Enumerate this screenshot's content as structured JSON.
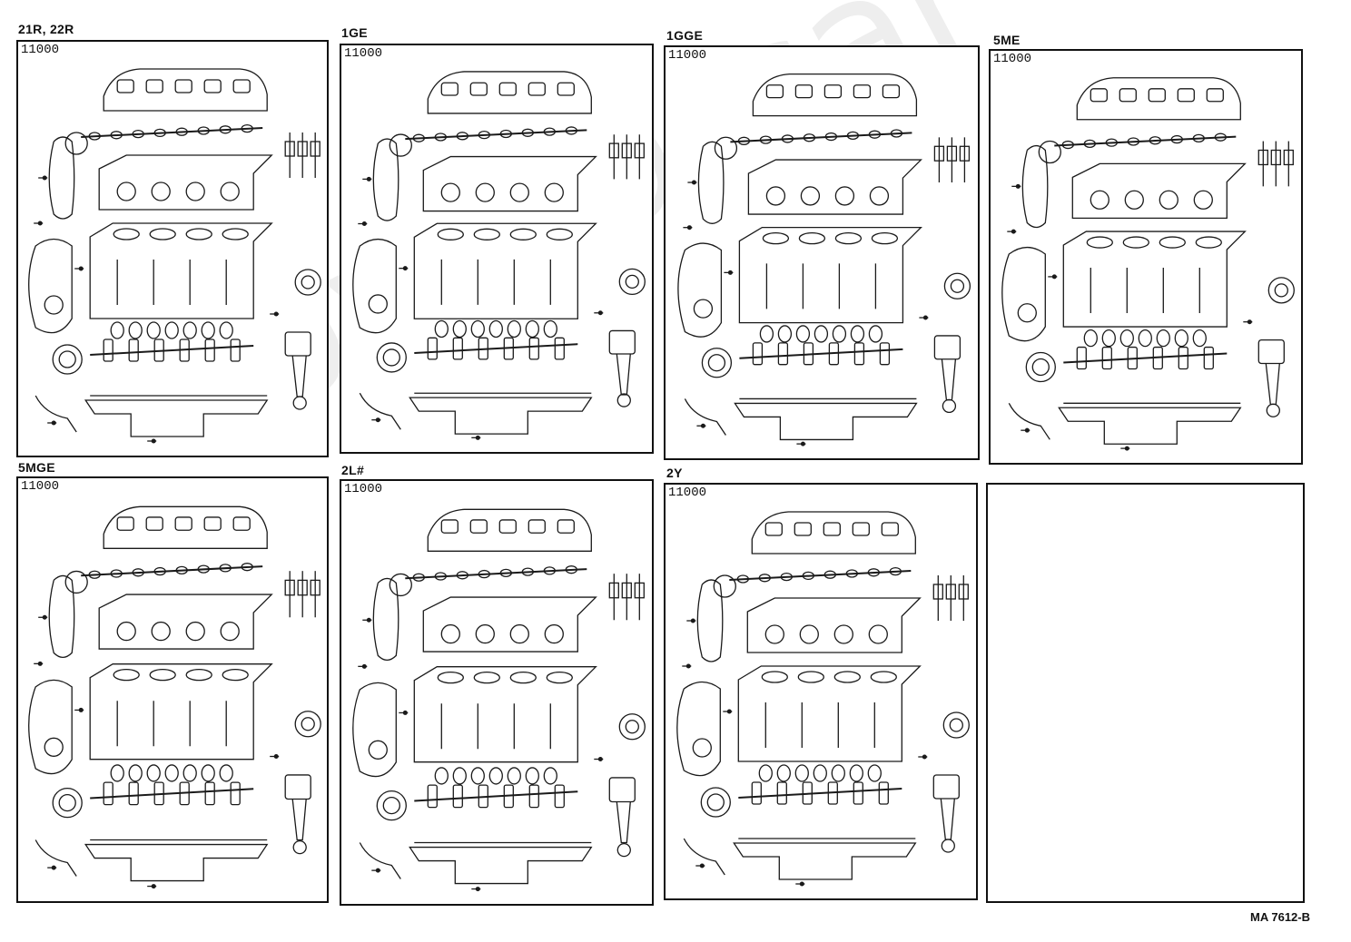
{
  "document": {
    "reference_code": "MA 7612-B",
    "watermark_text": "toyota-car"
  },
  "panels": [
    {
      "engine": "21R, 22R",
      "part_number": "11000",
      "illustration": "exploded engine assembly"
    },
    {
      "engine": "1GE",
      "part_number": "11000",
      "illustration": "exploded engine assembly"
    },
    {
      "engine": "1GGE",
      "part_number": "11000",
      "illustration": "exploded engine assembly"
    },
    {
      "engine": "5ME",
      "part_number": "11000",
      "illustration": "exploded engine assembly"
    },
    {
      "engine": "5MGE",
      "part_number": "11000",
      "illustration": "exploded engine assembly"
    },
    {
      "engine": "2L#",
      "part_number": "11000",
      "illustration": "exploded engine assembly"
    },
    {
      "engine": "2Y",
      "part_number": "11000",
      "illustration": "exploded engine assembly"
    },
    {
      "engine": "",
      "part_number": "",
      "illustration": "blank"
    }
  ]
}
